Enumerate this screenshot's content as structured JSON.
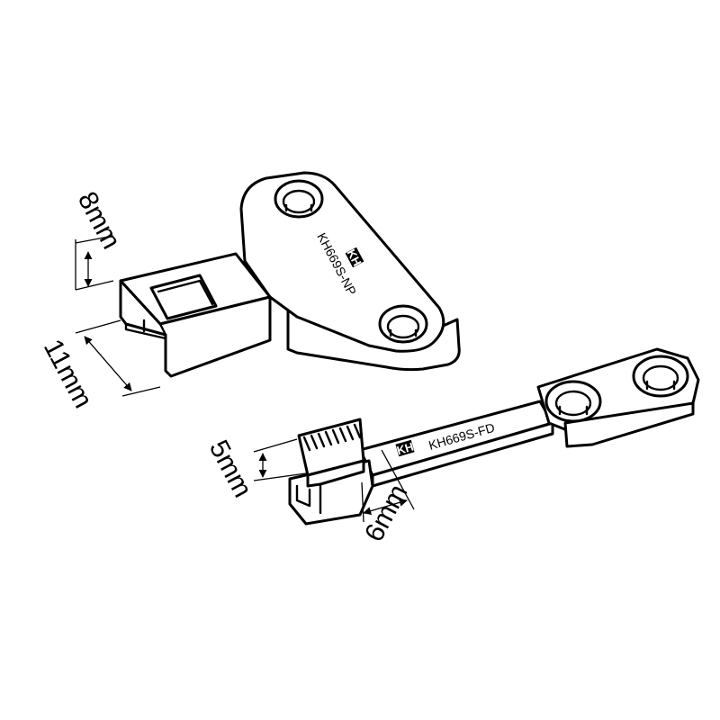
{
  "needle_plate": {
    "part_marking": "KH669S-NP",
    "logo_text": "KH",
    "dimensions": {
      "height": "8mm",
      "width": "11mm"
    }
  },
  "feed_dog": {
    "part_marking": "KH669S-FD",
    "logo_text": "KH",
    "dimensions": {
      "height": "5mm",
      "width": "6mm"
    }
  },
  "colors": {
    "line": "#000000",
    "background": "#ffffff"
  }
}
